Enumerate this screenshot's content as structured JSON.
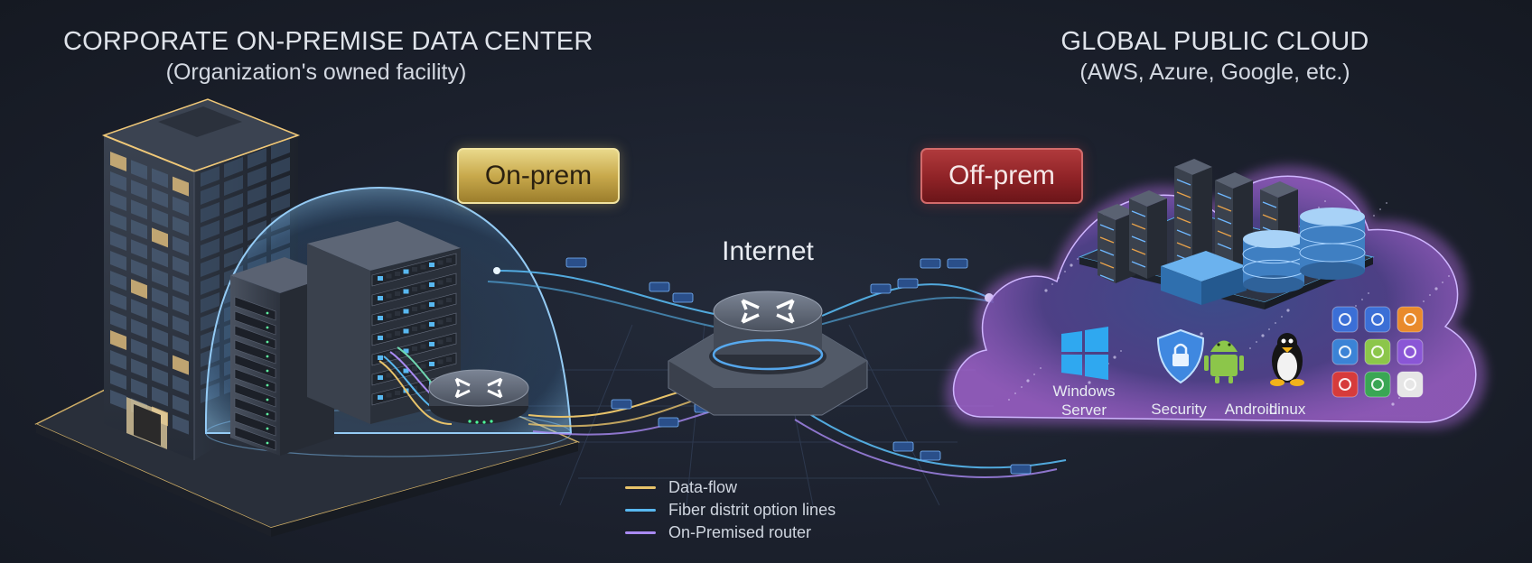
{
  "headers": {
    "left_title": "CORPORATE ON-PREMISE DATA CENTER",
    "left_subtitle": "(Organization's owned facility)",
    "right_title": "GLOBAL PUBLIC CLOUD",
    "right_subtitle": "(AWS, Azure, Google, etc.)"
  },
  "badges": {
    "on_prem": "On-prem",
    "off_prem": "Off-prem"
  },
  "center_label": "Internet",
  "cloud_services": [
    {
      "label_line1": "Windows",
      "label_line2": "Server",
      "icon": "windows-logo-icon"
    },
    {
      "label_line1": "Security",
      "label_line2": "",
      "icon": "shield-lock-icon"
    },
    {
      "label_line1": "Android",
      "label_line2": "",
      "icon": "android-icon"
    },
    {
      "label_line1": "Linux",
      "label_line2": "",
      "icon": "linux-penguin-icon"
    }
  ],
  "legend": [
    {
      "label": "Data-flow",
      "color": "#e8c36a"
    },
    {
      "label": "Fiber distrit option lines",
      "color": "#58b8f0"
    },
    {
      "label": "On-Premised router",
      "color": "#a98af2"
    }
  ],
  "colors": {
    "background": "#1a1f2b",
    "dome": "#5aa6e6",
    "cloud_glow": "#b06ae0",
    "accent_gold": "#d4b55a",
    "accent_red": "#8e2226"
  }
}
